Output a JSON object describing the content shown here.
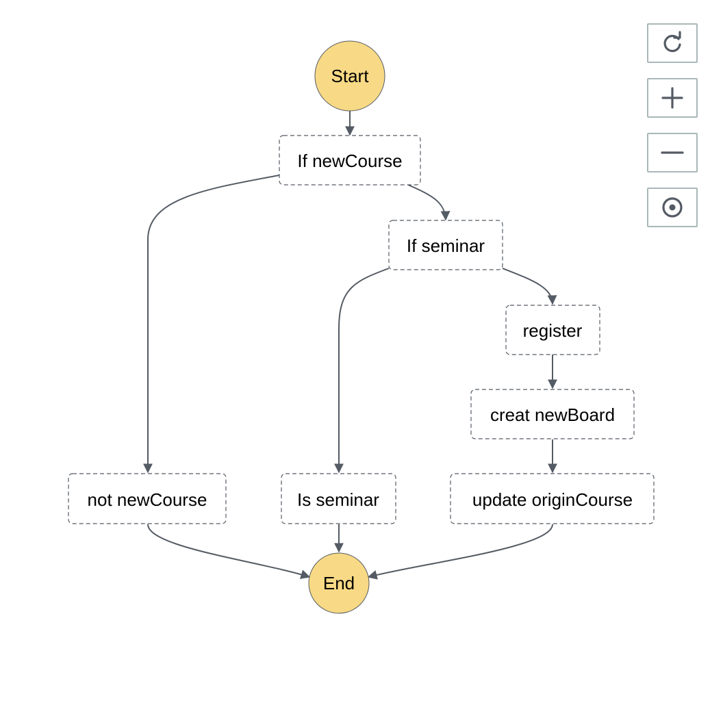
{
  "diagram": {
    "nodes": [
      {
        "id": "start",
        "label": "Start",
        "kind": "terminal"
      },
      {
        "id": "if_newcourse",
        "label": "If newCourse",
        "kind": "choice"
      },
      {
        "id": "if_seminar",
        "label": "If seminar",
        "kind": "choice"
      },
      {
        "id": "register",
        "label": "register",
        "kind": "task"
      },
      {
        "id": "creat_newboard",
        "label": "creat newBoard",
        "kind": "task"
      },
      {
        "id": "not_newcourse",
        "label": "not newCourse",
        "kind": "pass"
      },
      {
        "id": "is_seminar",
        "label": "Is seminar",
        "kind": "pass"
      },
      {
        "id": "update_origincourse",
        "label": "update originCourse",
        "kind": "task"
      },
      {
        "id": "end",
        "label": "End",
        "kind": "terminal"
      }
    ],
    "edges": [
      {
        "from": "start",
        "to": "if_newcourse"
      },
      {
        "from": "if_newcourse",
        "to": "not_newcourse"
      },
      {
        "from": "if_newcourse",
        "to": "if_seminar"
      },
      {
        "from": "if_seminar",
        "to": "is_seminar"
      },
      {
        "from": "if_seminar",
        "to": "register"
      },
      {
        "from": "register",
        "to": "creat_newboard"
      },
      {
        "from": "creat_newboard",
        "to": "update_origincourse"
      },
      {
        "from": "not_newcourse",
        "to": "end"
      },
      {
        "from": "is_seminar",
        "to": "end"
      },
      {
        "from": "update_origincourse",
        "to": "end"
      }
    ]
  },
  "controls": [
    {
      "name": "refresh-button",
      "icon": "refresh-icon"
    },
    {
      "name": "zoom-in-button",
      "icon": "plus-icon"
    },
    {
      "name": "zoom-out-button",
      "icon": "minus-icon"
    },
    {
      "name": "center-button",
      "icon": "target-icon"
    }
  ],
  "colors": {
    "terminal_fill": "#f8d985",
    "terminal_stroke": "#545b64",
    "node_border": "#545b64",
    "edge": "#545b64",
    "control_icon": "#545b64",
    "control_border": "#aab7b8"
  }
}
